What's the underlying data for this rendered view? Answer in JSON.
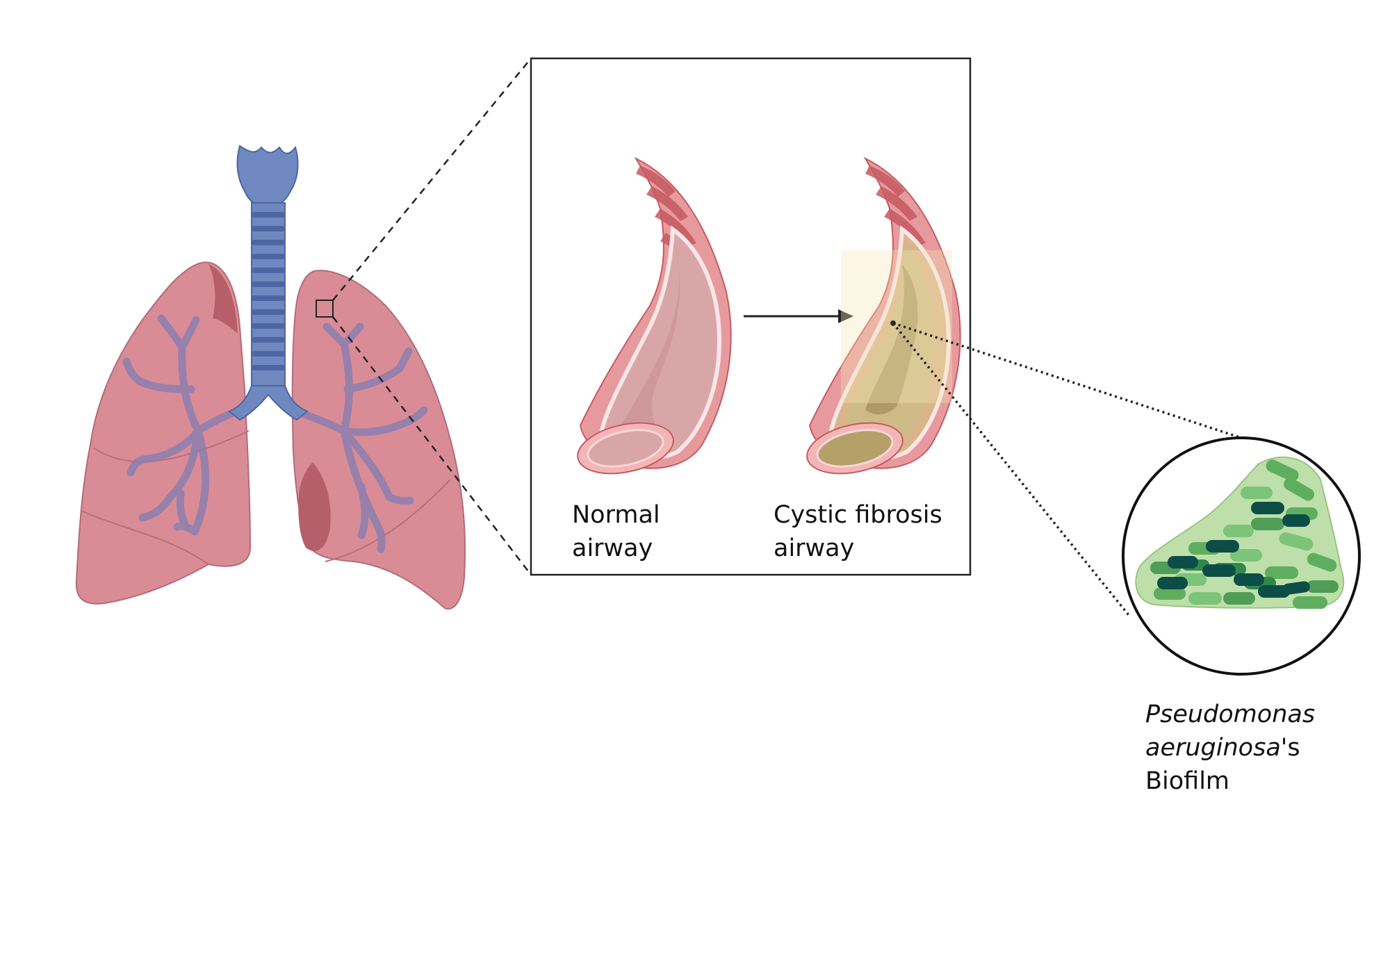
{
  "labels": {
    "normal_airway_line1": "Normal",
    "normal_airway_line2": "airway",
    "cf_airway_line1": "Cystic fibrosis",
    "cf_airway_line2": "airway",
    "biofilm_line1_species": "Pseudomonas",
    "biofilm_line2_species": "aeruginosa",
    "biofilm_line2_suffix": "'s",
    "biofilm_line3": "Biofilm"
  },
  "colors": {
    "lung": "#d98c96",
    "lung_dark": "#b65f6b",
    "trachea": "#6f88bf",
    "trachea_dark": "#4d66a3",
    "bronchi": "#8c7fb0",
    "airway_wall": "#e79a9d",
    "airway_ring": "#c65a60",
    "airway_lumen": "#d9a6a8",
    "mucus": "#cdbb86",
    "biofilm_matrix": "#b8dca0",
    "bacteria_light": "#5fae5f",
    "bacteria_mid": "#2f8a4a",
    "bacteria_dark": "#0c4d47"
  }
}
